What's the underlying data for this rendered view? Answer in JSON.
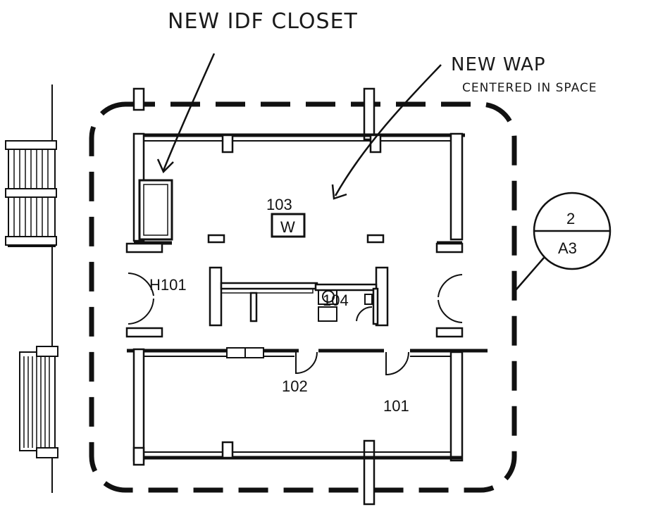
{
  "annotations": {
    "idf_note": "NEW IDF CLOSET",
    "wap_note_line1": "NEW WAP",
    "wap_note_line2": "CENTERED IN SPACE"
  },
  "rooms": {
    "room_103": "103",
    "wap_symbol": "W",
    "room_h101": "H101",
    "room_104": "104",
    "room_102": "102",
    "room_101": "101"
  },
  "section_marker": {
    "number": "2",
    "sheet": "A3"
  }
}
